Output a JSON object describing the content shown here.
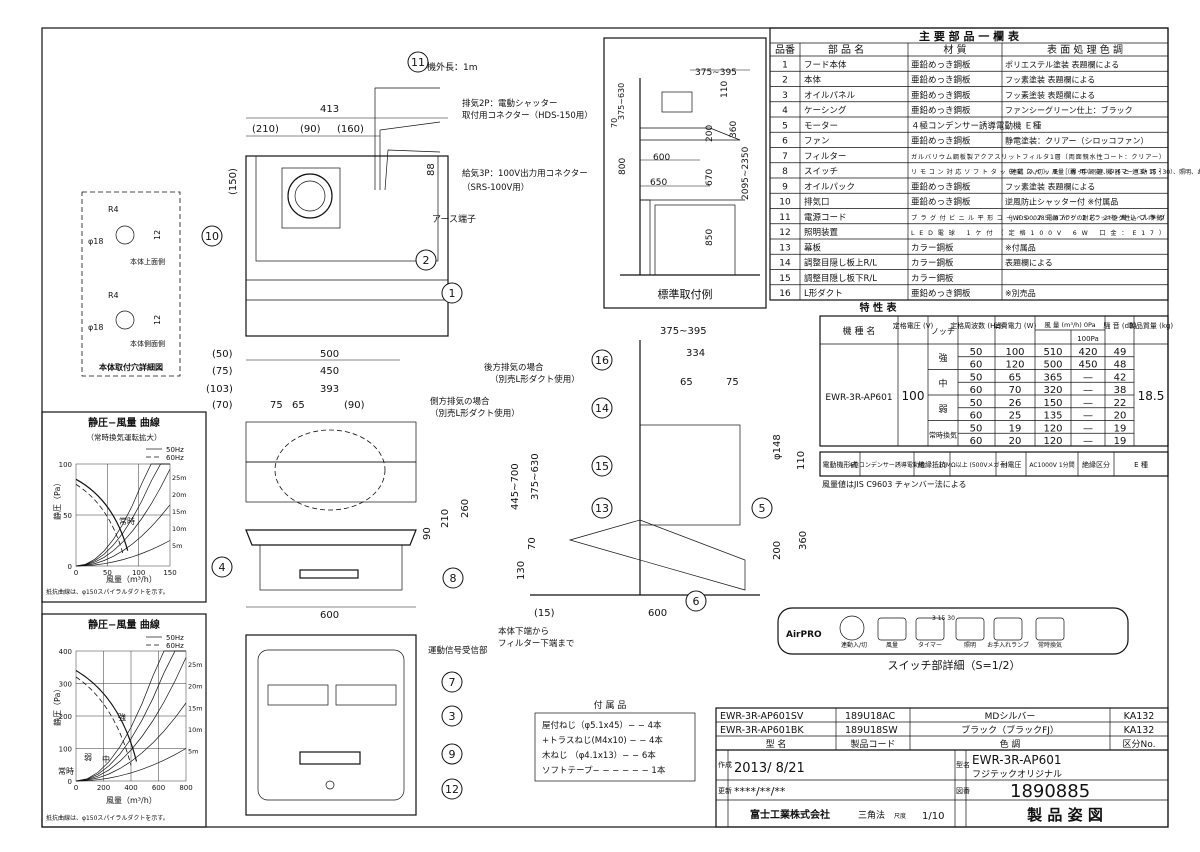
{
  "parts_table": {
    "title": "主 要 部 品 一 欄 表",
    "headers": [
      "品番",
      "部 品 名",
      "材 質",
      "表 面 処 理 色 調"
    ],
    "rows": [
      {
        "no": "1",
        "name": "フード本体",
        "material": "亜鉛めっき鋼板",
        "finish": "ポリエステル塗装 表題欄による"
      },
      {
        "no": "2",
        "name": "本体",
        "material": "亜鉛めっき鋼板",
        "finish": "フッ素塗装 表題欄による"
      },
      {
        "no": "3",
        "name": "オイルパネル",
        "material": "亜鉛めっき鋼板",
        "finish": "フッ素塗装 表題欄による"
      },
      {
        "no": "4",
        "name": "ケーシング",
        "material": "亜鉛めっき鋼板",
        "finish": "ファンシーグリーン仕上：ブラック"
      },
      {
        "no": "5",
        "name": "モーター",
        "material": "４極コンデンサー誘導電動機 Ｅ種",
        "finish": ""
      },
      {
        "no": "6",
        "name": "ファン",
        "material": "亜鉛めっき鋼板",
        "finish": "静電塗装：クリアー（シロッコファン）"
      },
      {
        "no": "7",
        "name": "フィルター",
        "material": "ガルバリウム鋼板製アクアスリットフィルタ1層（両面親水性コート：クリアー）",
        "finish": ""
      },
      {
        "no": "8",
        "name": "スイッチ",
        "material": "リモコン対応ソフトタッチ式スイッチ［専用調理機器と連動可］",
        "finish": "（連動（入/切）、風量（弱・中・強）、タイマー（3・15・30）、照明、お手入れランプ、常時換気）"
      },
      {
        "no": "9",
        "name": "オイルパック",
        "material": "亜鉛めっき鋼板",
        "finish": "フッ素塗装 表題欄による"
      },
      {
        "no": "10",
        "name": "排気口",
        "material": "亜鉛めっき鋼板",
        "finish": "逆風防止シャッター付 ※付属品"
      },
      {
        "no": "11",
        "name": "電源コード",
        "material": "プラグ付ビニル平形コード0.75mm² 2芯 2極差込プラグ",
        "finish": "（JWDS-0028 電源プラグの耐トラッキング性レベルⅠ準拠）"
      },
      {
        "no": "12",
        "name": "照明装置",
        "material": "LED電球 1ケ付（定格100V 6W 口金：E17）",
        "finish": ""
      },
      {
        "no": "13",
        "name": "幕板",
        "material": "カラー鋼板",
        "finish": "※付属品"
      },
      {
        "no": "14",
        "name": "調整目隠し板上R/L",
        "material": "カラー鋼板",
        "finish": "表題欄による"
      },
      {
        "no": "15",
        "name": "調整目隠し板下R/L",
        "material": "カラー鋼板",
        "finish": ""
      },
      {
        "no": "16",
        "name": "L形ダクト",
        "material": "亜鉛めっき鋼板",
        "finish": "※別売品"
      }
    ]
  },
  "spec_table": {
    "title": "特 性 表",
    "headers": [
      "機 種 名",
      "定格電圧 (V)",
      "ノッチ",
      "定格周波数 (Hz)",
      "消費電力 (W)",
      "風 量 (m³/h) 0Pa",
      "100Pa",
      "騒 音 (dB)",
      "製品質量 (kg)"
    ],
    "model": "EWR-3R-AP601",
    "voltage": "100",
    "mass": "18.5",
    "rows": [
      {
        "notch": "強",
        "hz": "50",
        "w": "100",
        "q0": "510",
        "q100": "420",
        "db": "49"
      },
      {
        "notch": "",
        "hz": "60",
        "w": "120",
        "q0": "500",
        "q100": "450",
        "db": "48"
      },
      {
        "notch": "中",
        "hz": "50",
        "w": "65",
        "q0": "365",
        "q100": "—",
        "db": "42"
      },
      {
        "notch": "",
        "hz": "60",
        "w": "70",
        "q0": "320",
        "q100": "—",
        "db": "38"
      },
      {
        "notch": "弱",
        "hz": "50",
        "w": "26",
        "q0": "150",
        "q100": "—",
        "db": "22"
      },
      {
        "notch": "",
        "hz": "60",
        "w": "25",
        "q0": "135",
        "q100": "—",
        "db": "20"
      },
      {
        "notch": "常時換気",
        "hz": "50",
        "w": "19",
        "q0": "120",
        "q100": "—",
        "db": "19"
      },
      {
        "notch": "",
        "hz": "60",
        "w": "20",
        "q0": "120",
        "q100": "—",
        "db": "19"
      }
    ],
    "footer": [
      "電動機形式",
      "4極コンデンサー誘導電動機",
      "絶縁抵抗",
      "10MΩ以上 (500Vメガー)",
      "耐電圧",
      "AC1000V 1分間",
      "絶縁区分",
      "E 種"
    ],
    "note": "風量値はJIS C9603 チャンバー法による"
  },
  "accessories": {
    "title": "付 属 品",
    "items": [
      "屋付ねじ（φ5.1x45）− − 4本",
      "+トラスねじ(M4x10) − − 4本",
      "木ねじ （φ4.1x13）− − 6本",
      "ソフトテープ− − − − − − 1本"
    ]
  },
  "title_block": {
    "models": [
      {
        "name": "EWR-3R-AP601SV",
        "code": "189U18AC",
        "color": "MDシルバー",
        "cls": "KA132"
      },
      {
        "name": "EWR-3R-AP601BK",
        "code": "189U18SW",
        "color": "ブラック（ブラックFJ）",
        "cls": "KA132"
      }
    ],
    "headers": [
      "型 名",
      "製品コード",
      "色 調",
      "区分No."
    ],
    "created_label": "作成",
    "created": "2013/ 8/21",
    "updated_label": "更新",
    "updated": "****/**/**",
    "company": "富士工業株式会社",
    "projection": "三角法",
    "scale_label": "尺度",
    "scale": "1/10",
    "type_label": "型名",
    "type": "EWR-3R-AP601",
    "type_sub": "フジテックオリジナル",
    "no_label": "図番",
    "drawing_no": "1890885",
    "drawing_title": "製 品 姿 図"
  },
  "switch_panel": {
    "caption": "スイッチ部詳細（S=1/2）",
    "brand": "AirPRO",
    "buttons": [
      "連動入/切",
      "風量",
      "タイマー",
      "照明",
      "お手入れランプ",
      "常時換気"
    ],
    "timer_marks": "3 15 30"
  },
  "chart_top": {
    "title": "静圧−風量 曲線",
    "subtitle": "（常時換気運転拡大）",
    "ylabel": "静圧（Pa）",
    "xlabel": "風量（m³/h）",
    "legend": [
      "50Hz",
      "60Hz"
    ],
    "yticks": [
      "0",
      "50",
      "100"
    ],
    "xticks": [
      "0",
      "50",
      "100",
      "150"
    ],
    "duct": [
      "25m",
      "20m",
      "15m",
      "10m",
      "5m"
    ],
    "label": "常時",
    "note": "抵抗曲線は、φ150スパイラルダクトを示す。"
  },
  "chart_bottom": {
    "title": "静圧−風量 曲線",
    "ylabel": "静圧（Pa）",
    "xlabel": "風量（m³/h）",
    "legend": [
      "50Hz",
      "60Hz"
    ],
    "yticks": [
      "0",
      "100",
      "200",
      "300",
      "400"
    ],
    "xticks": [
      "0",
      "200",
      "400",
      "600",
      "800"
    ],
    "duct": [
      "25m",
      "20m",
      "15m",
      "10m",
      "5m"
    ],
    "labels": [
      "強",
      "中",
      "弱",
      "常時"
    ],
    "note": "抵抗曲線は、φ150スパイラルダクトを示す。"
  },
  "detail_box": {
    "title": "本体取付穴詳細図",
    "top_label": "本体上面側",
    "bottom_label": "本体側面側",
    "dims": [
      "R4",
      "φ18",
      "12",
      "R4",
      "φ18",
      "12"
    ]
  },
  "standard_mount": {
    "caption": "標準取付例",
    "dims": [
      "375~395",
      "110",
      "70",
      "375~630",
      "200",
      "360",
      "600",
      "650",
      "670",
      "800",
      "2095~2350",
      "850"
    ]
  },
  "top_view": {
    "dims": [
      "413",
      "(210)",
      "(90)",
      "(160)",
      "(150)",
      "88"
    ],
    "cord_len": "機外長：1m",
    "exhaust2p": "排気2P：電動シャッター",
    "exhaust2p_sub": "取付用コネクター（HDS-150用）",
    "supply3p": "給気3P：100V出力用コネクター",
    "supply3p_sub": "（SRS-100V用）",
    "earth": "アース端子"
  },
  "front_view": {
    "dims": [
      "(50)",
      "500",
      "(75)",
      "450",
      "(103)",
      "393",
      "(70)",
      "75",
      "65",
      "(90)",
      "600",
      "260",
      "210",
      "90"
    ],
    "side_note1": "側方排気の場合",
    "side_note2": "（別売L形ダクト使用）"
  },
  "side_view": {
    "dims": [
      "375~395",
      "334",
      "65",
      "75",
      "φ148",
      "110",
      "445~700",
      "375~630",
      "70",
      "130",
      "(15)",
      "600",
      "200",
      "360"
    ],
    "rear_note1": "後方排気の場合",
    "rear_note2": "（別売L形ダクト使用）",
    "bottom_note1": "本体下端から",
    "bottom_note2": "フィルター下端まで"
  },
  "bottom_view": {
    "signal_label": "運動信号受信部"
  }
}
